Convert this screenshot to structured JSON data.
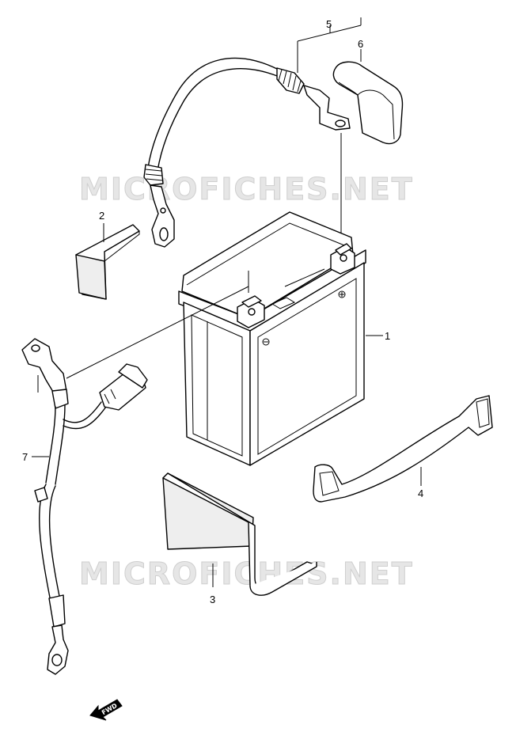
{
  "watermark": {
    "text_top": "MICROFICHES.NET",
    "text_bottom": "MICROFICHES.NET"
  },
  "callouts": {
    "c1": "1",
    "c2": "2",
    "c3": "3",
    "c4": "4",
    "c5": "5",
    "c6": "6",
    "c7": "7"
  },
  "fwd_label": "FWD"
}
